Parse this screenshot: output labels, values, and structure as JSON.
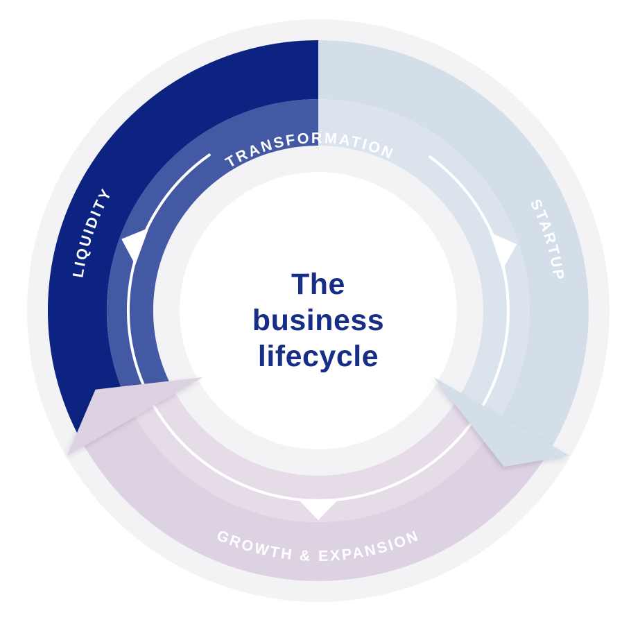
{
  "diagram": {
    "center_title": {
      "lines": [
        "The",
        "business",
        "lifecycle"
      ]
    },
    "segments": [
      {
        "id": "transformation",
        "label": "TRANSFORMATION",
        "highlighted": true
      },
      {
        "id": "startup",
        "label": "STARTUP",
        "highlighted": false
      },
      {
        "id": "growth-expansion",
        "label": "GROWTH & EXPANSION",
        "highlighted": false
      },
      {
        "id": "liquidity",
        "label": "LIQUIDITY",
        "highlighted": true
      }
    ],
    "flow_direction": "clockwise"
  },
  "colors": {
    "background": "#ffffff",
    "outer_disc": "#f3f3f5",
    "navy_outer": "#0c2381",
    "navy_inner": "#4459a4",
    "blue_outer": "#d3dee8",
    "blue_inner": "#dbe4ec",
    "lavender_outer": "#ddd2e1",
    "lavender_inner": "#e5dce8",
    "label_text": "#ffffff",
    "title_text": "#172e86",
    "flow_line": "#ffffff"
  }
}
